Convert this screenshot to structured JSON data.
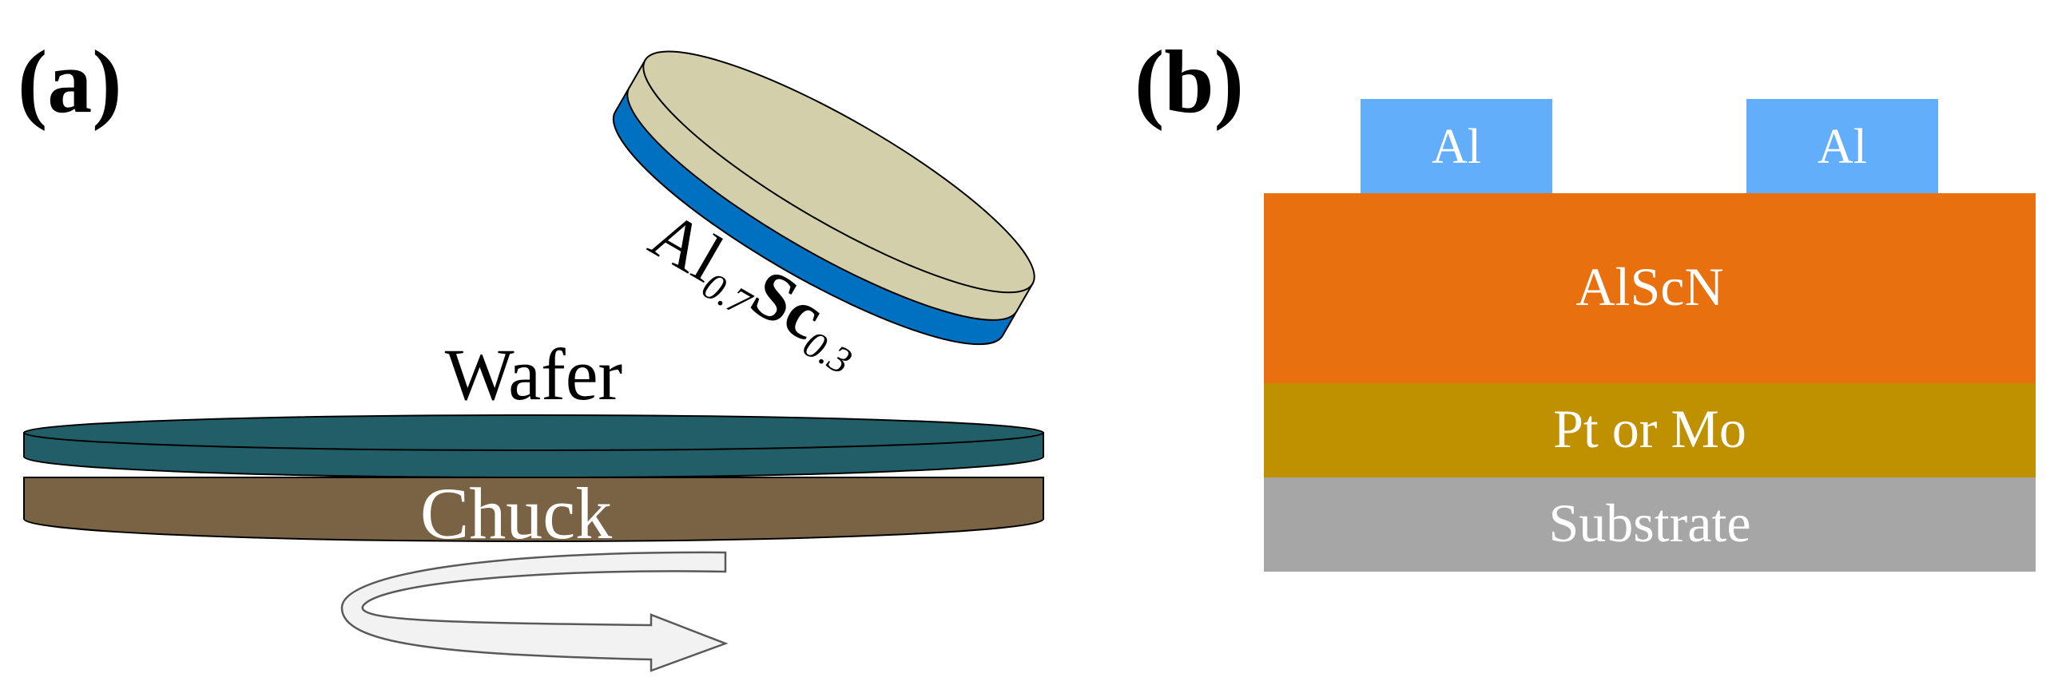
{
  "panel_a": {
    "label": "(a)",
    "target": {
      "element": "Al",
      "element_sub": "0.7",
      "element2": "Sc",
      "element2_sub": "0.3",
      "top_color": "#d3cfab",
      "side_color": "#0070c0"
    },
    "wafer": {
      "label": "Wafer",
      "color": "#215e68"
    },
    "chuck": {
      "label": "Chuck",
      "color": "#7a6244"
    },
    "rotation_arrow": {
      "icon": "curved-rotation-arrow-icon"
    }
  },
  "panel_b": {
    "label": "(b)",
    "electrodes": [
      {
        "label": "Al",
        "color": "#63aefa"
      },
      {
        "label": "Al",
        "color": "#63aefa"
      }
    ],
    "layers": [
      {
        "label": "AlScN",
        "color": "#e8700f"
      },
      {
        "label": "Pt or Mo",
        "color": "#bf9000"
      },
      {
        "label": "Substrate",
        "color": "#a6a6a6"
      }
    ]
  }
}
